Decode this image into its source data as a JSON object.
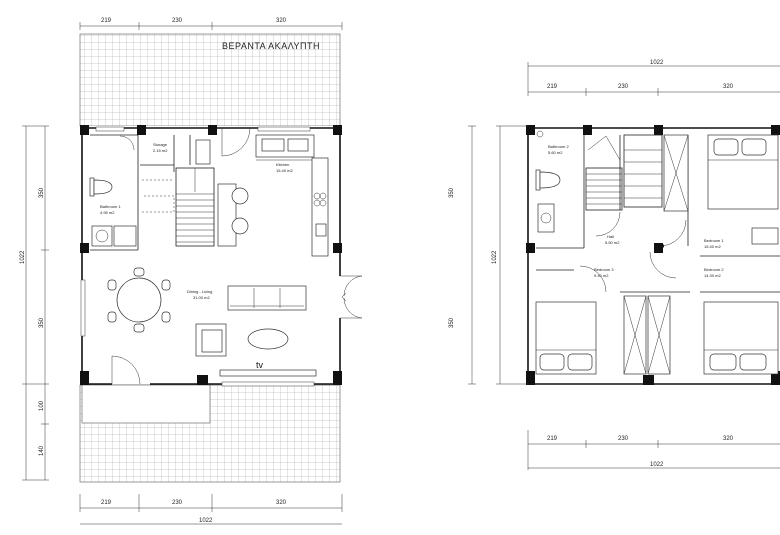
{
  "veranda_label": "ΒΕΡΑΝΤΑ ΑΚΑΛΥΠΤΗ",
  "tv_label": "tv",
  "dims": {
    "seg1": "219",
    "seg2": "230",
    "seg3": "320",
    "total": "1022",
    "v350": "350",
    "v100": "100",
    "v140": "140"
  },
  "ground_rooms": {
    "storage_name": "Storage",
    "storage_area": "2.15 m2",
    "kitchen_name": "Kitchen",
    "kitchen_area": "15.40 m2",
    "bath_name": "Bathroom 1",
    "bath_area": "4.95 m2",
    "living_name": "Dining - Living",
    "living_area": "31.00 m2"
  },
  "first_rooms": {
    "bath2_name": "Bathroom 2",
    "bath2_area": "5.60 m2",
    "hall_name": "Hall",
    "hall_area": "5.50 m2",
    "bed1_name": "Bedroom 1",
    "bed1_area": "15.40 m2",
    "bed2_name": "Bedroom 2",
    "bed2_area": "14.30 m2",
    "bed3_name": "Bedroom 3",
    "bed3_area": "9.40 m2"
  },
  "colors": {
    "line": "#222222",
    "fill": "#111111",
    "background": "#ffffff"
  }
}
